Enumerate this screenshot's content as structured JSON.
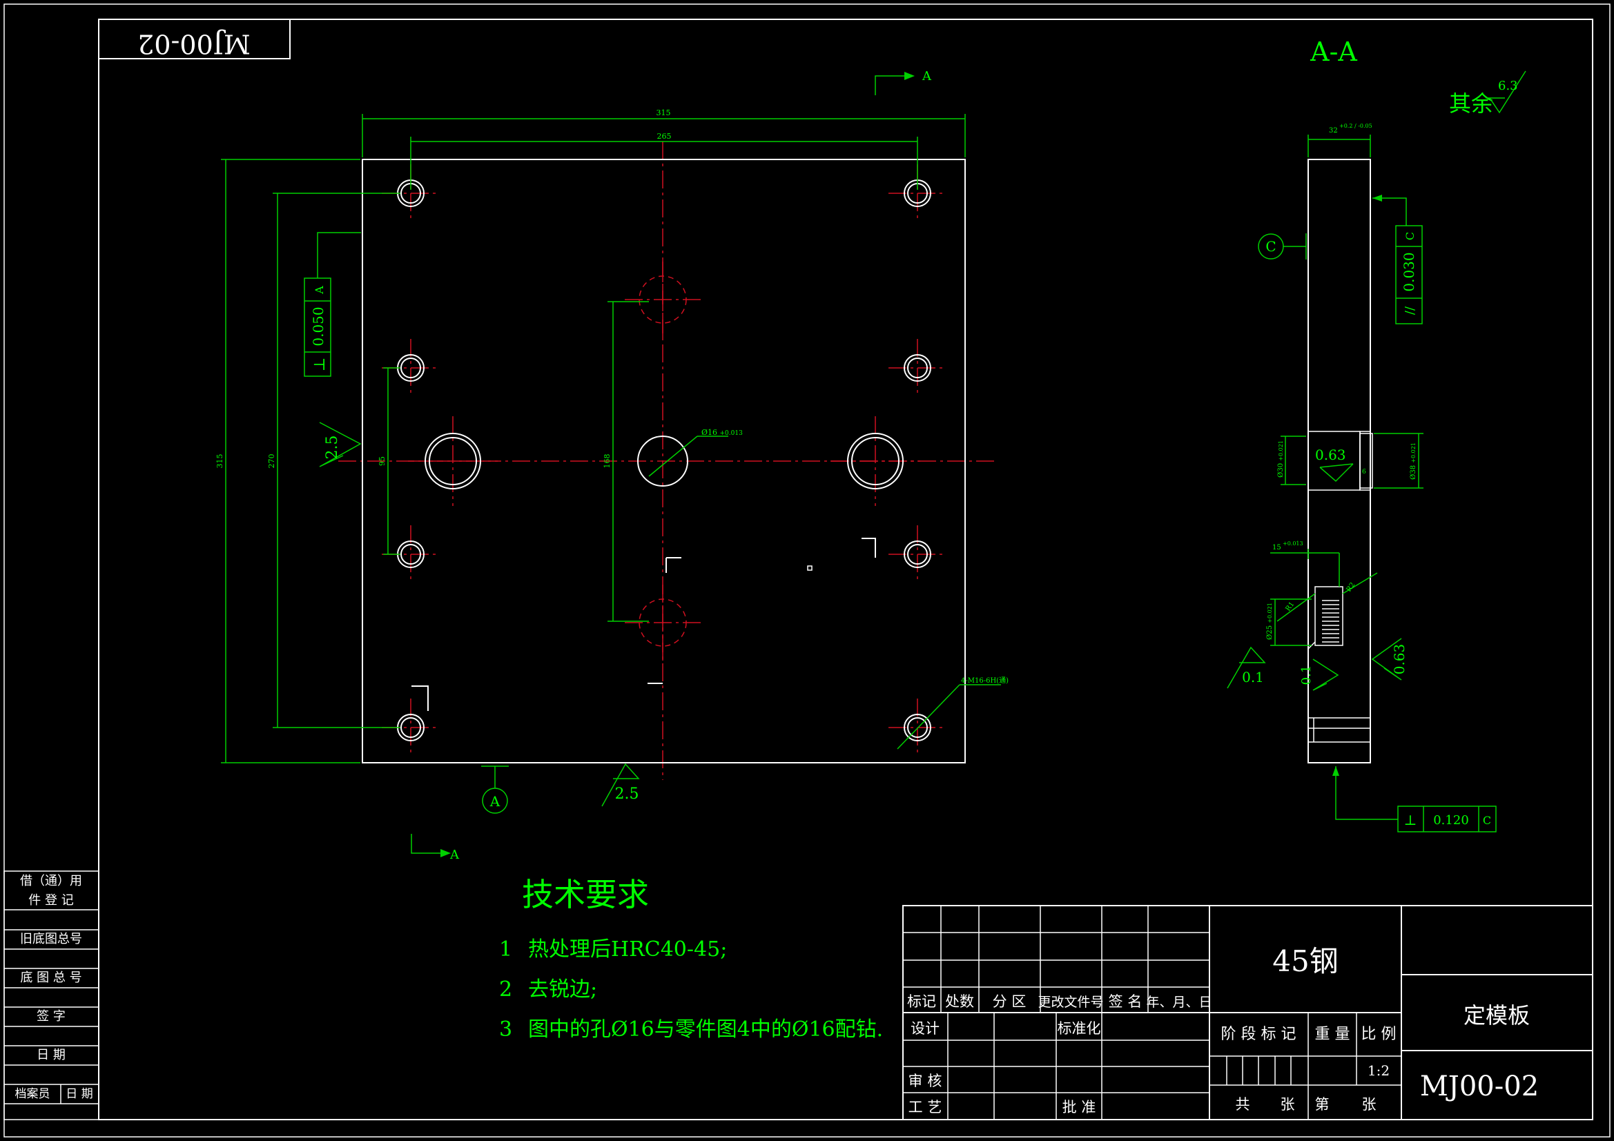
{
  "drawing": {
    "rotated_code": "MJ00-02",
    "section_label": "A-A",
    "roughness_other_label": "其余",
    "roughness_other_value": "6.3",
    "dims": {
      "overall_width": "315",
      "hole_span_x": "265",
      "overall_height": "315",
      "hole_span_y": "270",
      "inner_v_small": "95",
      "inner_v_center": "168",
      "center_hole_callout": "Ø16",
      "center_hole_tol": "+0.013",
      "thread_callout": "4-M16-6H(通)",
      "side_thickness": "32",
      "side_thickness_tol": "+0.2 / -0.05",
      "side_bore_left": "Ø30",
      "side_bore_right": "Ø38",
      "side_bore_tol": "+0.021",
      "side_bore_depth": "6",
      "small_dim": "15",
      "small_dim_tol": "+0.013",
      "side_step": "Ø25",
      "side_step_tol": "+0.021",
      "radius_1": "R1",
      "radius_2": "R2"
    },
    "gdt": {
      "perp_left_symbol": "⊥",
      "perp_left_value": "0.050",
      "perp_left_datum": "A",
      "parallel_symbol": "//",
      "parallel_value": "0.030",
      "parallel_datum": "C",
      "perp_bottom_symbol": "⊥",
      "perp_bottom_value": "0.120",
      "perp_bottom_datum": "C"
    },
    "datums": {
      "a": "A",
      "c": "C",
      "section_top": "A",
      "section_bottom": "A"
    },
    "roughness": {
      "left": "2.5",
      "bottom": "2.5",
      "side_bore": "0.63",
      "side_right": "0.63",
      "side_left_low": "0.1",
      "side_low": "0.1"
    }
  },
  "tech_requirements": {
    "title": "技术要求",
    "items": [
      {
        "num": "1",
        "text": "热处理后HRC40-45;"
      },
      {
        "num": "2",
        "text": "去锐边;"
      },
      {
        "num": "3",
        "text": "图中的孔Ø16与零件图4中的Ø16配钻."
      }
    ]
  },
  "left_strip": {
    "rows": [
      "借（通）用",
      "件 登 记",
      "旧底图总号",
      "底 图 总 号",
      "签  字",
      "日  期",
      "档案员",
      "日 期"
    ]
  },
  "title_block": {
    "material": "45钢",
    "part_name": "定模板",
    "drawing_number": "MJ00-02",
    "scale": "1:2",
    "header_cols": [
      "标记",
      "处数",
      "分 区",
      "更改文件号",
      "签 名",
      "年、月、日"
    ],
    "design": "设计",
    "standardization": "标准化",
    "review": "审 核",
    "process": "工 艺",
    "approve": "批 准",
    "stage_mark": "阶 段 标 记",
    "weight": "重 量",
    "ratio": "比 例",
    "total": "共",
    "sheet_unit_1": "张",
    "nth": "第",
    "sheet_unit_2": "张"
  }
}
